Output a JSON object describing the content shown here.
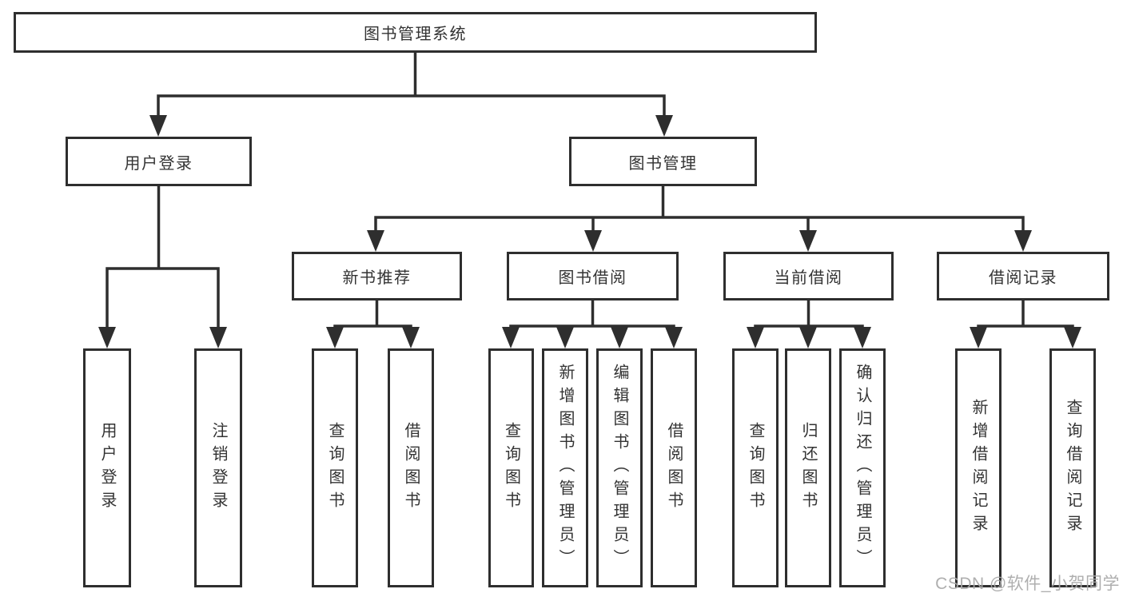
{
  "colors": {
    "line": "#2e2e2e",
    "text": "#333333",
    "background": "#ffffff",
    "watermark": "#a8a8a8"
  },
  "watermark": {
    "text": "CSDN @软件_小贺同学"
  },
  "diagram": {
    "type": "hierarchy-tree",
    "root": {
      "label": "图书管理系统",
      "children": [
        {
          "label": "用户登录",
          "children": [
            {
              "label": "用户登录"
            },
            {
              "label": "注销登录"
            }
          ]
        },
        {
          "label": "图书管理",
          "children": [
            {
              "label": "新书推荐",
              "children": [
                {
                  "label": "查询图书"
                },
                {
                  "label": "借阅图书"
                }
              ]
            },
            {
              "label": "图书借阅",
              "children": [
                {
                  "label": "查询图书"
                },
                {
                  "label": "新增图书（管理员）"
                },
                {
                  "label": "编辑图书（管理员）"
                },
                {
                  "label": "借阅图书"
                }
              ]
            },
            {
              "label": "当前借阅",
              "children": [
                {
                  "label": "查询图书"
                },
                {
                  "label": "归还图书"
                },
                {
                  "label": "确认归还（管理员）"
                }
              ]
            },
            {
              "label": "借阅记录",
              "children": [
                {
                  "label": "新增借阅记录"
                },
                {
                  "label": "查询借阅记录"
                }
              ]
            }
          ]
        }
      ]
    }
  }
}
